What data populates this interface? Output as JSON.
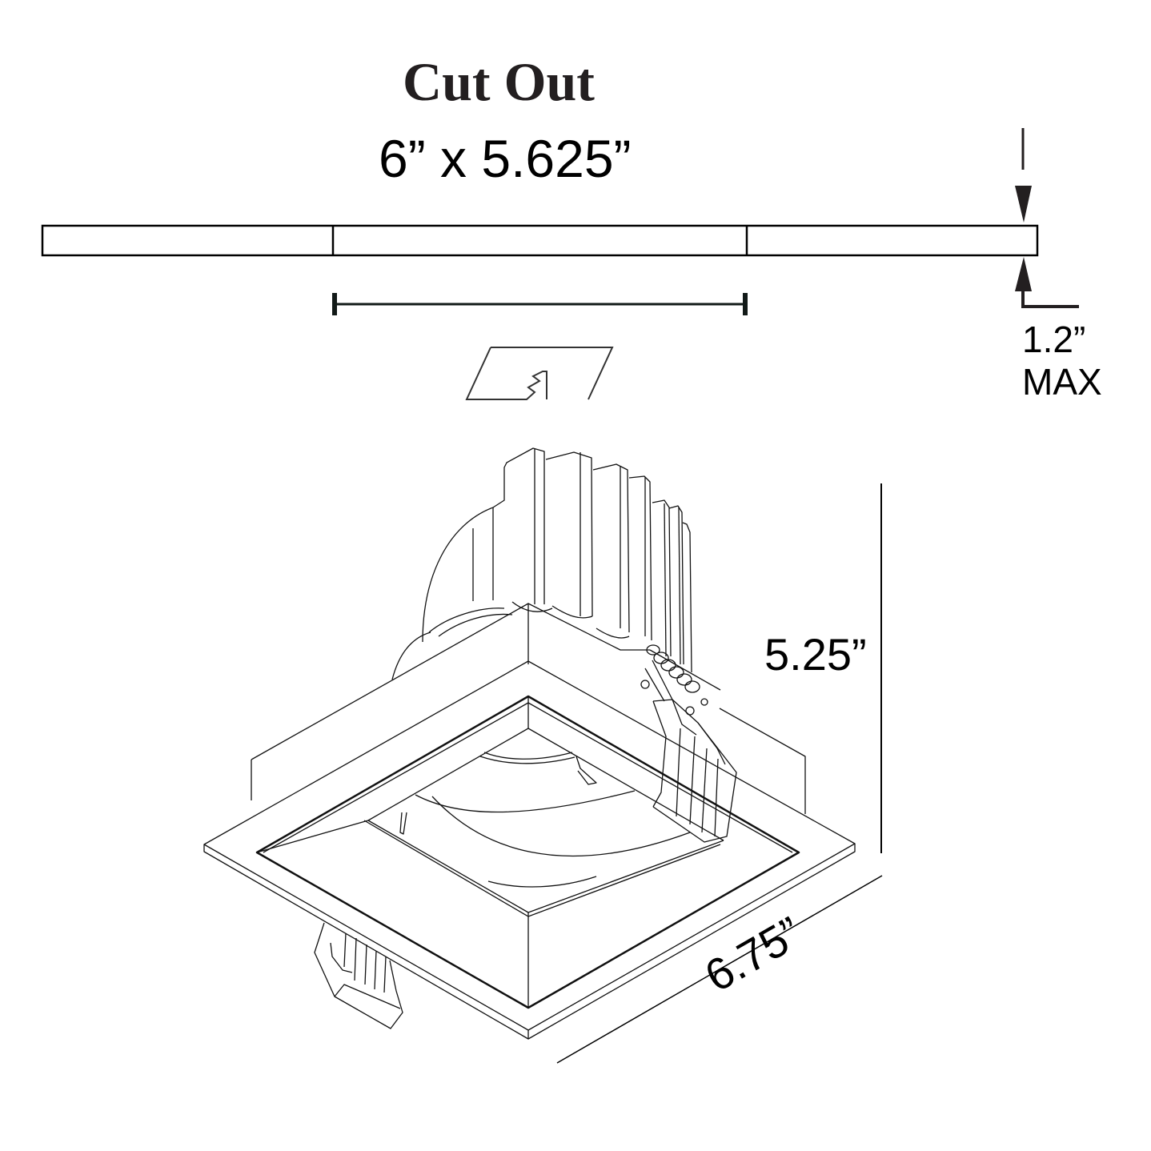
{
  "diagram": {
    "title": "Cut Out",
    "cutout_dimension": "6” x 5.625”",
    "ceiling_thickness": {
      "value": "1.2”",
      "label": "MAX"
    },
    "fixture_height": "5.25”",
    "trim_width": "6.75”",
    "colors": {
      "line": "#000000",
      "title_text": "#231f20",
      "background": "#ffffff"
    },
    "elements": [
      "ceiling-section",
      "cutout-dimension-line",
      "ceiling-break-symbol",
      "thickness-arrows",
      "recessed-square-downlight-fixture",
      "heat-sink-fins",
      "square-trim-flange",
      "torsion-spring-clip",
      "height-dimension-line",
      "width-dimension-line"
    ]
  }
}
